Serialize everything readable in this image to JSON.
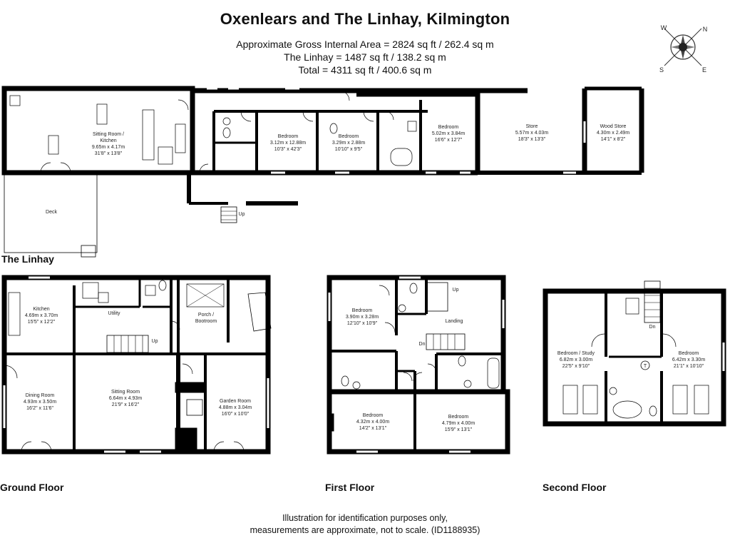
{
  "title": "Oxenlears and The Linhay, Kilmington",
  "areas": [
    "Approximate Gross Internal Area = 2824 sq ft / 262.4 sq m",
    "The Linhay  = 1487 sq ft / 138.2 sq m",
    "Total = 4311 sq ft / 400.6 sq m"
  ],
  "compass": {
    "n": "N",
    "e": "E",
    "s": "S",
    "w": "W"
  },
  "sections": {
    "linhay": "The Linhay",
    "ground": "Ground Floor",
    "first": "First Floor",
    "second": "Second Floor"
  },
  "linhay_rooms": {
    "sitting": [
      "Sitting Room /",
      "Kitchen",
      "9.65m x 4.17m",
      "31'8\" x 13'8\""
    ],
    "bed1": [
      "Bedroom",
      "3.12m x 12.88m",
      "10'3\" x 42'3\""
    ],
    "bed2": [
      "Bedroom",
      "3.29m x 2.88m",
      "10'10\" x 9'5\""
    ],
    "bed3": [
      "Bedroom",
      "5.02m x 3.84m",
      "16'6\" x 12'7\""
    ],
    "store": [
      "Store",
      "5.57m x 4.03m",
      "18'3\" x 13'3\""
    ],
    "wood": [
      "Wood Store",
      "4.30m x 2.49m",
      "14'1\" x 8'2\""
    ],
    "deck": "Deck",
    "up": "Up"
  },
  "ground_rooms": {
    "kitchen": [
      "Kitchen",
      "4.69m x 3.70m",
      "15'5\" x 12'2\""
    ],
    "utility": "Utility",
    "porch": [
      "Porch /",
      "Bootroom"
    ],
    "dining": [
      "Dining Room",
      "4.93m x 3.50m",
      "16'2\" x 11'6\""
    ],
    "sitting": [
      "Sitting Room",
      "6.64m x 4.93m",
      "21'9\" x 16'2\""
    ],
    "garden": [
      "Garden Room",
      "4.88m x 3.04m",
      "16'0\" x 10'0\""
    ],
    "up": "Up"
  },
  "first_rooms": {
    "bed_a": [
      "Bedroom",
      "3.90m x 3.28m",
      "12'10\" x 10'9\""
    ],
    "landing": "Landing",
    "up": "Up",
    "dn": "Dn",
    "bed_b": [
      "Bedroom",
      "4.32m x 4.00m",
      "14'2\" x 13'1\""
    ],
    "bed_c": [
      "Bedroom",
      "4.79m x 4.00m",
      "15'9\" x 13'1\""
    ]
  },
  "second_rooms": {
    "study": [
      "Bedroom / Study",
      "6.82m x 3.00m",
      "22'5\" x 9'10\""
    ],
    "bed": [
      "Bedroom",
      "6.42m x 3.30m",
      "21'1\" x 10'10\""
    ],
    "dn": "Dn",
    "t": "T"
  },
  "footer": [
    "Illustration for identification purposes only,",
    "measurements are approximate, not to scale. (ID1188935)"
  ]
}
